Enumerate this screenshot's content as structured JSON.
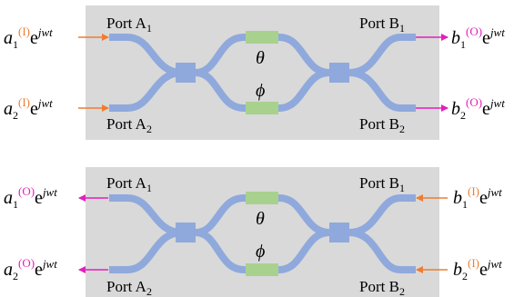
{
  "colors": {
    "panel_bg": "#d9d9d9",
    "waveguide": "#8fa9dc",
    "phase_shifter": "#a9d18e",
    "arrow_in": "#ed7d31",
    "arrow_out": "#e31fbd",
    "mode_in": "#ed7d31",
    "mode_out": "#e31fbd"
  },
  "top": {
    "ports": {
      "a1": {
        "base": "Port A",
        "sub": "1"
      },
      "a2": {
        "base": "Port A",
        "sub": "2"
      },
      "b1": {
        "base": "Port B",
        "sub": "1"
      },
      "b2": {
        "base": "Port B",
        "sub": "2"
      }
    },
    "phase_upper": "θ",
    "phase_lower": "ϕ",
    "signals": {
      "left1": {
        "var": "a",
        "idx": "1",
        "mode": "(I)",
        "exp": "e",
        "jw": "jwt"
      },
      "left2": {
        "var": "a",
        "idx": "2",
        "mode": "(I)",
        "exp": "e",
        "jw": "jwt"
      },
      "right1": {
        "var": "b",
        "idx": "1",
        "mode": "(O)",
        "exp": "e",
        "jw": "jwt"
      },
      "right2": {
        "var": "b",
        "idx": "2",
        "mode": "(O)",
        "exp": "e",
        "jw": "jwt"
      }
    }
  },
  "bottom": {
    "ports": {
      "a1": {
        "base": "Port A",
        "sub": "1"
      },
      "a2": {
        "base": "Port A",
        "sub": "2"
      },
      "b1": {
        "base": "Port B",
        "sub": "1"
      },
      "b2": {
        "base": "Port B",
        "sub": "2"
      }
    },
    "phase_upper": "θ",
    "phase_lower": "ϕ",
    "signals": {
      "left1": {
        "var": "a",
        "idx": "1",
        "mode": "(O)",
        "exp": "e",
        "jw": "jwt"
      },
      "left2": {
        "var": "a",
        "idx": "2",
        "mode": "(O)",
        "exp": "e",
        "jw": "jwt"
      },
      "right1": {
        "var": "b",
        "idx": "1",
        "mode": "(I)",
        "exp": "e",
        "jw": "jwt"
      },
      "right2": {
        "var": "b",
        "idx": "2",
        "mode": "(I)",
        "exp": "e",
        "jw": "jwt"
      }
    }
  }
}
